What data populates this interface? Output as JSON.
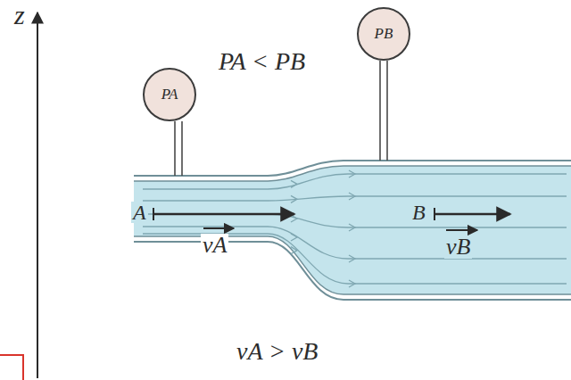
{
  "diagram": {
    "nodes": [
      {
        "text": [
          "PA"
        ]
      },
      {
        "text": [
          "PB"
        ]
      }
    ],
    "labels": [
      "z",
      "PA < PB",
      "A",
      "B",
      "vA",
      "vB",
      "vA > vB"
    ]
  }
}
